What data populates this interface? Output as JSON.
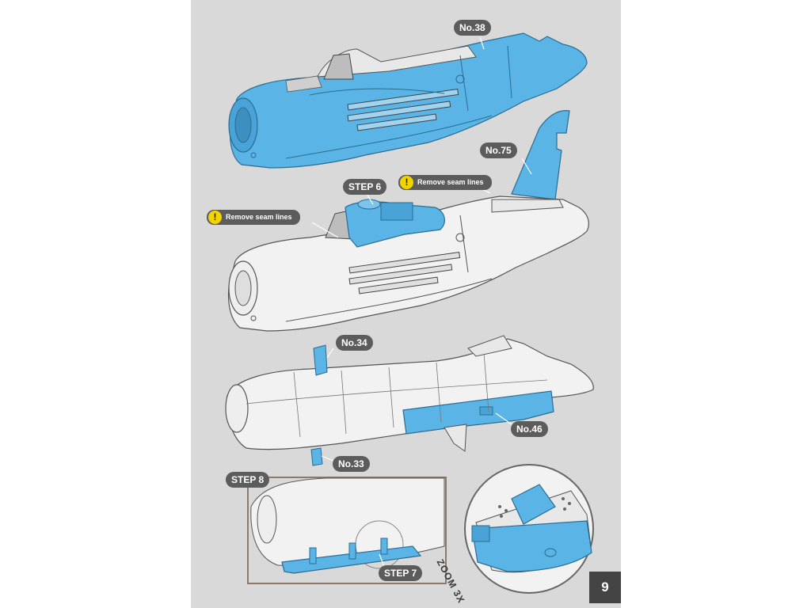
{
  "labels": {
    "no38": "No.38",
    "no75": "No.75",
    "step6": "STEP 6",
    "seam_note_1": "Remove seam lines",
    "seam_note_2": "Remove seam lines",
    "no34": "No.34",
    "no46": "No.46",
    "no33": "No.33",
    "step8": "STEP 8",
    "step7": "STEP 7",
    "zoom": "ZOOM 3X"
  },
  "page_number": "9",
  "icons": {
    "warning": "exclamation-circle-icon"
  },
  "colors": {
    "page_bg": "#d9d9d9",
    "highlight_part": "#5ab4e5",
    "model_grey": "#f2f2f2",
    "label_bg": "#5c5c5c",
    "warning_yellow": "#f1d300"
  }
}
